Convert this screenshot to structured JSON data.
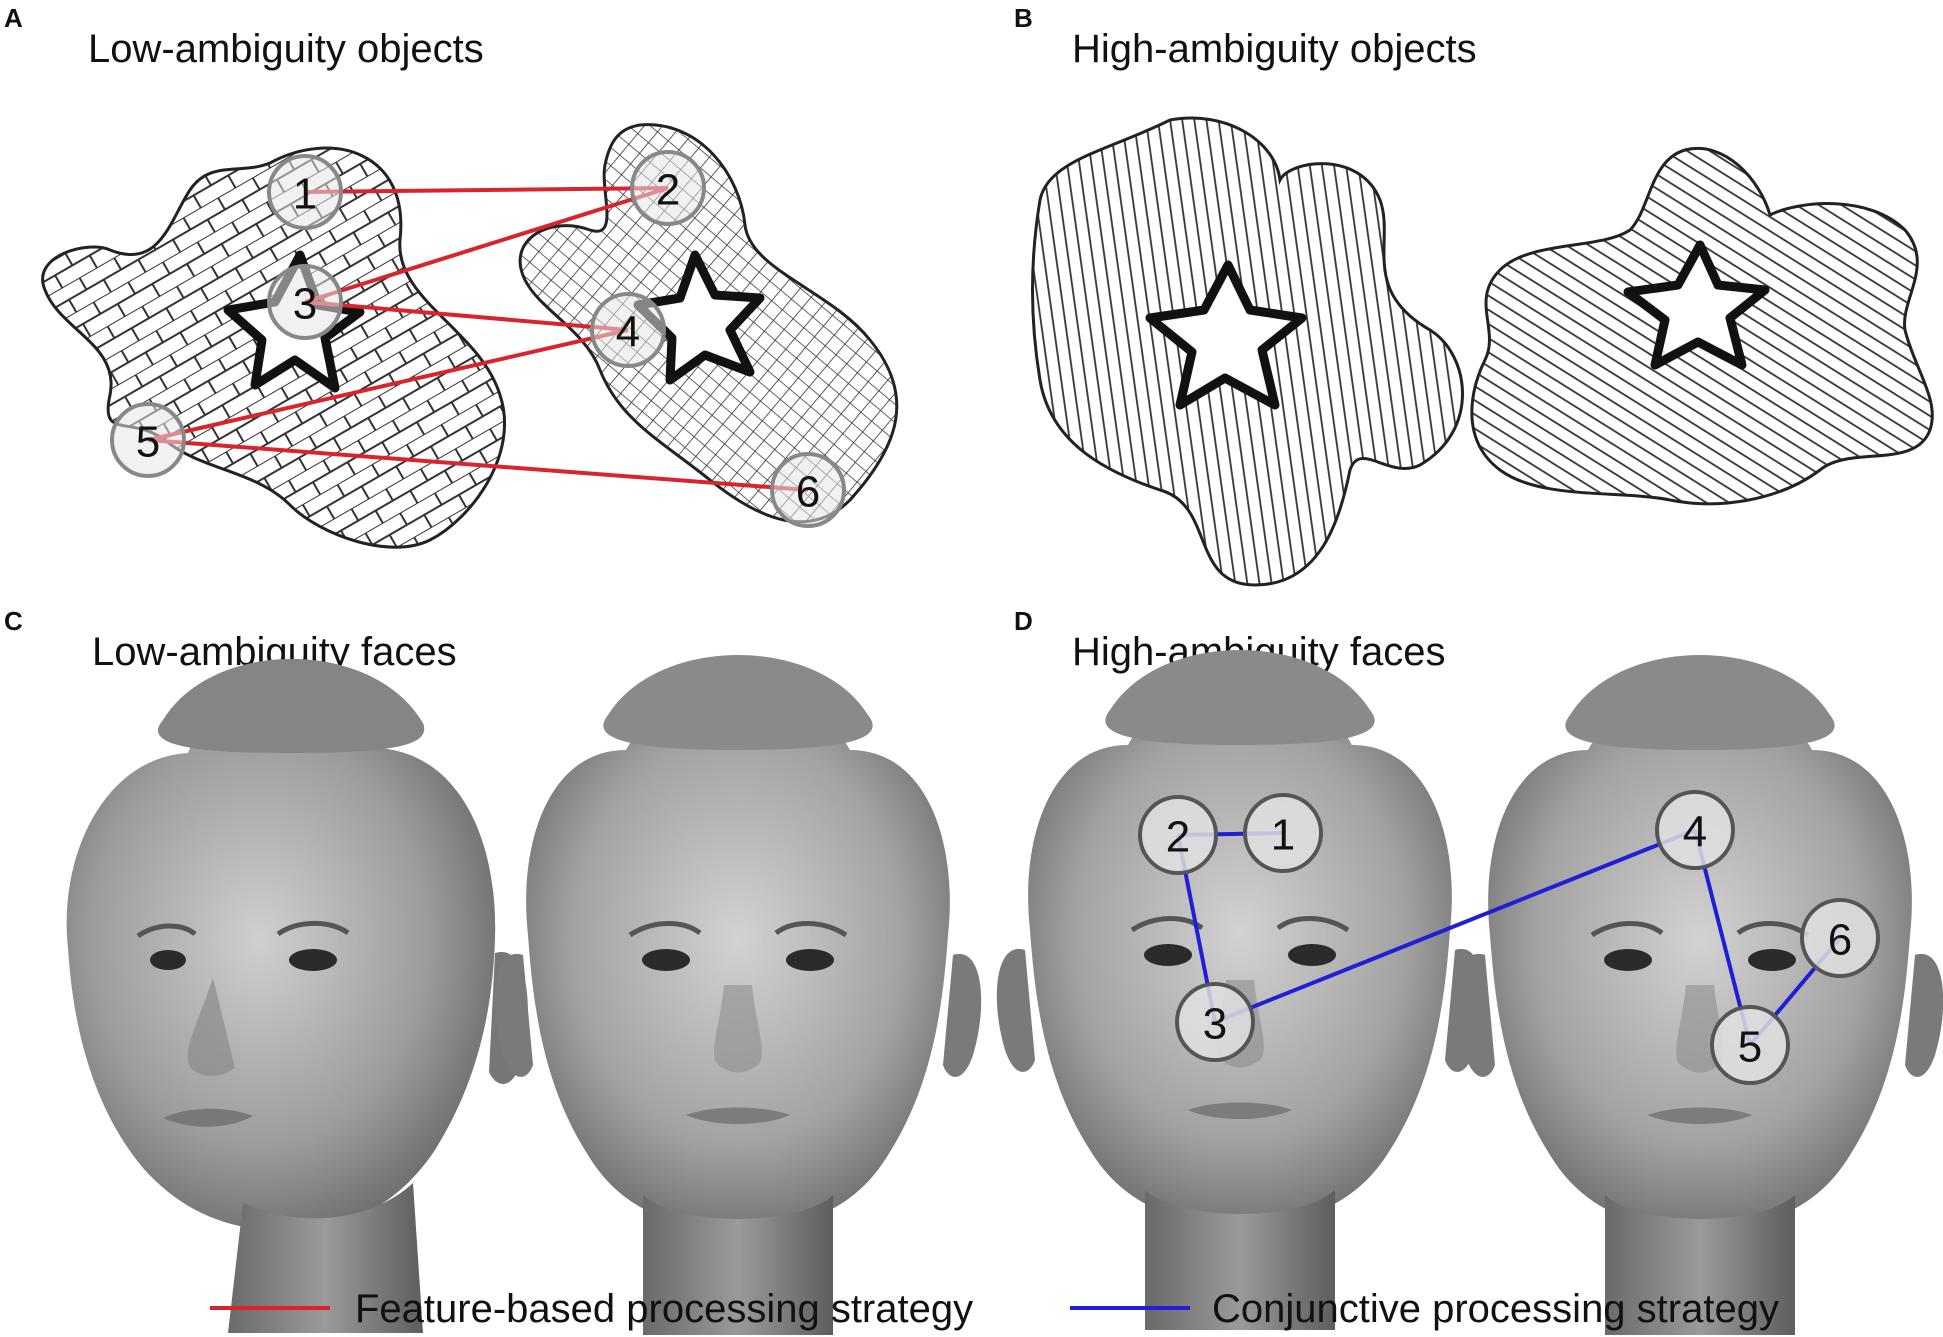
{
  "panels": {
    "a": {
      "letter": "A",
      "title": "Low-ambiguity objects"
    },
    "b": {
      "letter": "B",
      "title": "High-ambiguity objects"
    },
    "c": {
      "letter": "C",
      "title": "Low-ambiguity faces"
    },
    "d": {
      "letter": "D",
      "title": "High-ambiguity faces"
    }
  },
  "markers_a": [
    "1",
    "2",
    "3",
    "4",
    "5",
    "6"
  ],
  "markers_d": [
    "1",
    "2",
    "3",
    "4",
    "5",
    "6"
  ],
  "legend": {
    "feature": {
      "label": "Feature-based processing strategy",
      "color": "#d9232d"
    },
    "conjunctive": {
      "label": "Conjunctive processing strategy",
      "color": "#1f1fd6"
    }
  }
}
